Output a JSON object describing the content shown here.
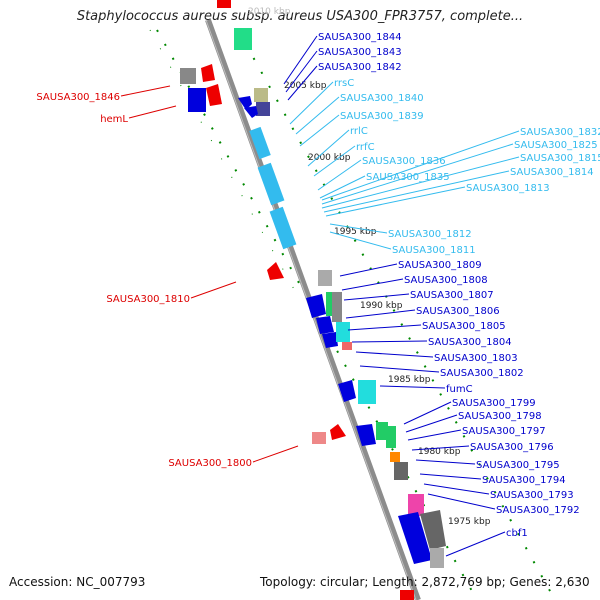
{
  "header": {
    "title": "Staphylococcus aureus subsp. aureus USA300_FPR3757, complete..."
  },
  "footer": {
    "accession": "Accession: NC_007793",
    "stats": "Topology: circular; Length: 2,872,769 bp; Genes: 2,630"
  },
  "ticks": [
    {
      "label": "2010 kbp"
    },
    {
      "label": "2005 kbp"
    },
    {
      "label": "2000 kbp"
    },
    {
      "label": "1995 kbp"
    },
    {
      "label": "1990 kbp"
    },
    {
      "label": "1985 kbp"
    },
    {
      "label": "1980 kbp"
    },
    {
      "label": "1975 kbp"
    }
  ],
  "gene_labels": [
    {
      "text": "SAUSA300_1844",
      "color": "#0000cc"
    },
    {
      "text": "SAUSA300_1843",
      "color": "#0000cc"
    },
    {
      "text": "SAUSA300_1842",
      "color": "#0000cc"
    },
    {
      "text": "rrsC",
      "color": "#33bbee"
    },
    {
      "text": "SAUSA300_1840",
      "color": "#33bbee"
    },
    {
      "text": "SAUSA300_1839",
      "color": "#33bbee"
    },
    {
      "text": "rrlC",
      "color": "#33bbee"
    },
    {
      "text": "rrfC",
      "color": "#33bbee"
    },
    {
      "text": "SAUSA300_1836",
      "color": "#33bbee"
    },
    {
      "text": "SAUSA300_1835",
      "color": "#33bbee"
    },
    {
      "text": "SAUSA300_1832",
      "color": "#33bbee"
    },
    {
      "text": "SAUSA300_1825",
      "color": "#33bbee"
    },
    {
      "text": "SAUSA300_1815",
      "color": "#33bbee"
    },
    {
      "text": "SAUSA300_1814",
      "color": "#33bbee"
    },
    {
      "text": "SAUSA300_1813",
      "color": "#33bbee"
    },
    {
      "text": "SAUSA300_1812",
      "color": "#33bbee"
    },
    {
      "text": "SAUSA300_1811",
      "color": "#33bbee"
    },
    {
      "text": "SAUSA300_1809",
      "color": "#0000cc"
    },
    {
      "text": "SAUSA300_1808",
      "color": "#0000cc"
    },
    {
      "text": "SAUSA300_1807",
      "color": "#0000cc"
    },
    {
      "text": "SAUSA300_1806",
      "color": "#0000cc"
    },
    {
      "text": "SAUSA300_1805",
      "color": "#0000cc"
    },
    {
      "text": "SAUSA300_1804",
      "color": "#0000cc"
    },
    {
      "text": "SAUSA300_1803",
      "color": "#0000cc"
    },
    {
      "text": "SAUSA300_1802",
      "color": "#0000cc"
    },
    {
      "text": "fumC",
      "color": "#0000cc"
    },
    {
      "text": "SAUSA300_1799",
      "color": "#0000cc"
    },
    {
      "text": "SAUSA300_1798",
      "color": "#0000cc"
    },
    {
      "text": "SAUSA300_1797",
      "color": "#0000cc"
    },
    {
      "text": "SAUSA300_1796",
      "color": "#0000cc"
    },
    {
      "text": "SAUSA300_1795",
      "color": "#0000cc"
    },
    {
      "text": "SAUSA300_1794",
      "color": "#0000cc"
    },
    {
      "text": "SAUSA300_1793",
      "color": "#0000cc"
    },
    {
      "text": "SAUSA300_1792",
      "color": "#0000cc"
    },
    {
      "text": "cbf1",
      "color": "#0000cc"
    },
    {
      "text": "SAUSA300_1846",
      "color": "#dd0000"
    },
    {
      "text": "hemL",
      "color": "#dd0000"
    },
    {
      "text": "SAUSA300_1810",
      "color": "#dd0000"
    },
    {
      "text": "SAUSA300_1800",
      "color": "#dd0000"
    }
  ],
  "colors": {
    "backbone": "#8c8c8c",
    "gc_skew_dots": "#008800",
    "forward_cds": "#0000dd",
    "reverse_cds": "#ee0000",
    "rrna": "#33bbee",
    "misc": "#999999"
  }
}
